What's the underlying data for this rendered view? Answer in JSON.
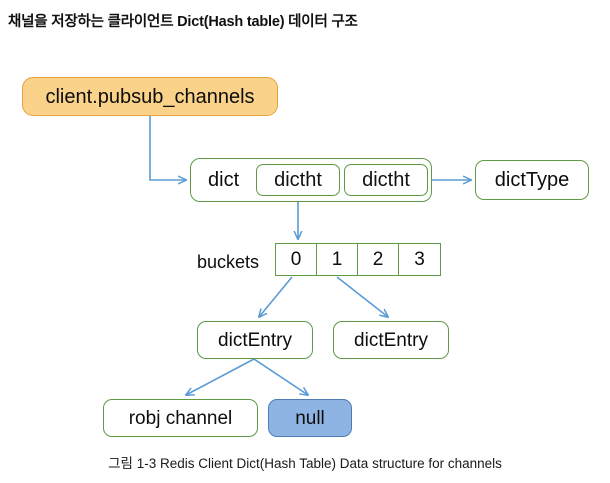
{
  "title": "채널을 저장하는 클라이언트 Dict(Hash table) 데이터 구조",
  "caption": "그림 1-3   Redis Client Dict(Hash Table) Data structure for channels",
  "colors": {
    "orange_fill": "#fbd28a",
    "orange_border": "#e8a33d",
    "green_border": "#5f9b47",
    "blue_fill": "#8db4e2",
    "blue_border": "#4f7cb5",
    "connector": "#5b9bd5",
    "text": "#0d0d0d",
    "background": "#ffffff"
  },
  "nodes": {
    "pubsub_channels": {
      "label": "client.pubsub_channels",
      "style": "orange"
    },
    "dict": {
      "label": "dict",
      "style": "green"
    },
    "dictht_0": {
      "label": "dictht",
      "style": "green"
    },
    "dictht_1": {
      "label": "dictht",
      "style": "green"
    },
    "dicttype": {
      "label": "dictType",
      "style": "green"
    },
    "dictentry_0": {
      "label": "dictEntry",
      "style": "green"
    },
    "dictentry_1": {
      "label": "dictEntry",
      "style": "green"
    },
    "robj_channel": {
      "label": "robj channel",
      "style": "green"
    },
    "null_node": {
      "label": "null",
      "style": "blue"
    }
  },
  "buckets": {
    "label": "buckets",
    "cells": [
      "0",
      "1",
      "2",
      "3"
    ]
  },
  "connections": [
    {
      "from": "pubsub_channels",
      "to": "dict",
      "kind": "elbow-arrow"
    },
    {
      "from": "dict",
      "to": "dicttype",
      "kind": "straight-arrow"
    },
    {
      "from": "dictht_0",
      "to": "bucket_0",
      "kind": "straight-arrow"
    },
    {
      "from": "bucket_0",
      "to": "dictentry_0",
      "kind": "diagonal-arrow"
    },
    {
      "from": "bucket_1",
      "to": "dictentry_1",
      "kind": "diagonal-arrow"
    },
    {
      "from": "dictentry_0",
      "to": "robj_channel",
      "kind": "diagonal-arrow"
    },
    {
      "from": "dictentry_0",
      "to": "null_node",
      "kind": "diagonal-arrow"
    }
  ]
}
